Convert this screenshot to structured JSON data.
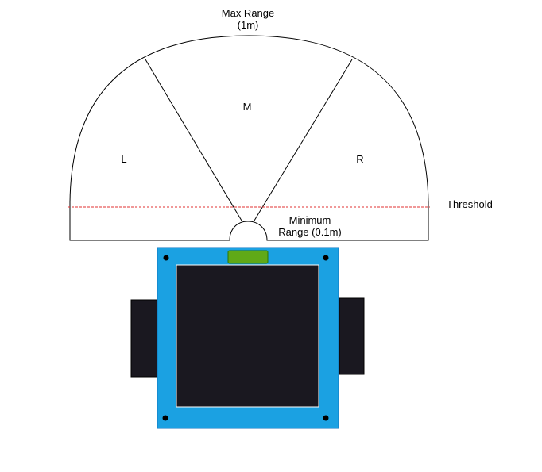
{
  "labels": {
    "max_range_line1": "Max Range",
    "max_range_line2": "(1m)",
    "zone_left": "L",
    "zone_middle": "M",
    "zone_right": "R",
    "threshold": "Threshold",
    "min_range_line1": "Minimum",
    "min_range_line2": "Range (0.1m)"
  },
  "colors": {
    "outline": "#000000",
    "threshold_line": "#e03030",
    "board": "#1ba1e2",
    "board_edge": "#1176c0",
    "screen": "#1a1820",
    "wheel": "#1a1820",
    "sensor": "#60a917",
    "sensor_edge": "#2d7600",
    "mount_hole": "#000000"
  }
}
